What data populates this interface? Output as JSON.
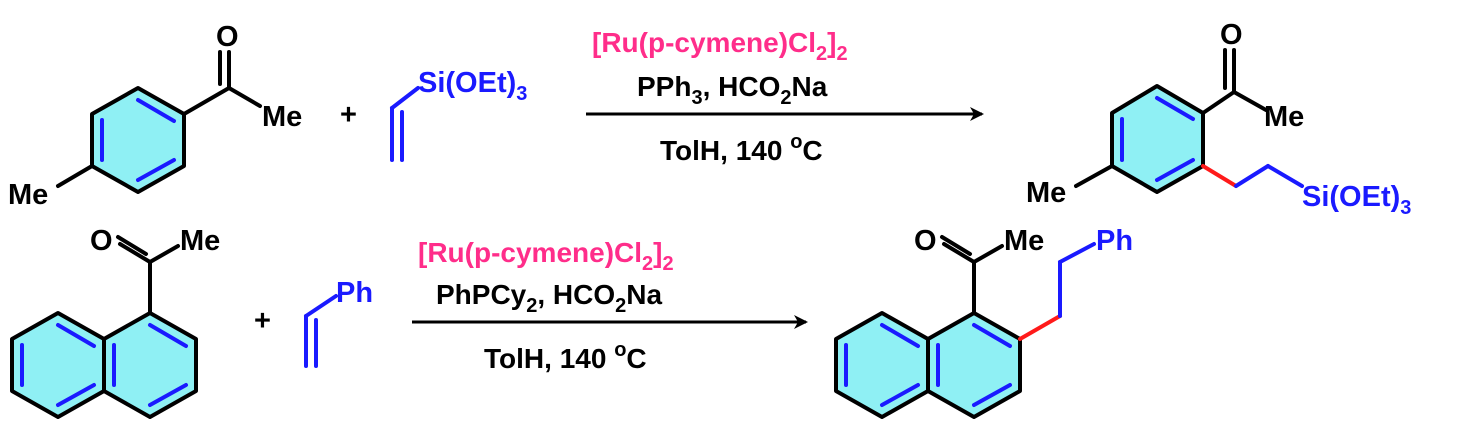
{
  "reaction1": {
    "reactant1": {
      "carbonyl_o": "O",
      "acyl_group": "Me",
      "para_group": "Me"
    },
    "plus": "+",
    "reactant2": {
      "silyl_main": "Si(OEt)",
      "silyl_sub": "3"
    },
    "conditions": {
      "catalyst_main": "[Ru(p-cymene)Cl",
      "catalyst_sub1": "2",
      "catalyst_close": "]",
      "catalyst_sub2": "2",
      "ligand_a": "PPh",
      "ligand_a_sub": "3",
      "ligand_b": ", HCO",
      "ligand_b_sub": "2",
      "ligand_c": "Na",
      "solvent_temp": "TolH, 140 ",
      "degree": "o",
      "unit": "C"
    },
    "product": {
      "carbonyl_o": "O",
      "acyl_group": "Me",
      "ring_group": "Me",
      "silyl_main": "Si(OEt)",
      "silyl_sub": "3"
    }
  },
  "reaction2": {
    "reactant1": {
      "carbonyl_o": "O",
      "acyl_group": "Me"
    },
    "plus": "+",
    "reactant2": {
      "aryl": "Ph"
    },
    "conditions": {
      "catalyst_main": "[Ru(p-cymene)Cl",
      "catalyst_sub1": "2",
      "catalyst_close": "]",
      "catalyst_sub2": "2",
      "ligand_a": "PhPCy",
      "ligand_a_sub": "2",
      "ligand_b": ", HCO",
      "ligand_b_sub": "2",
      "ligand_c": "Na",
      "solvent_temp": "TolH, 140 ",
      "degree": "o",
      "unit": "C"
    },
    "product": {
      "carbonyl_o": "O",
      "acyl_group": "Me",
      "aryl": "Ph"
    }
  },
  "colors": {
    "catalyst": "#ff2d8a",
    "new_bond": "#ff1a1a",
    "olefin": "#1a1aff",
    "ring_fill": "#8ff0f4"
  }
}
